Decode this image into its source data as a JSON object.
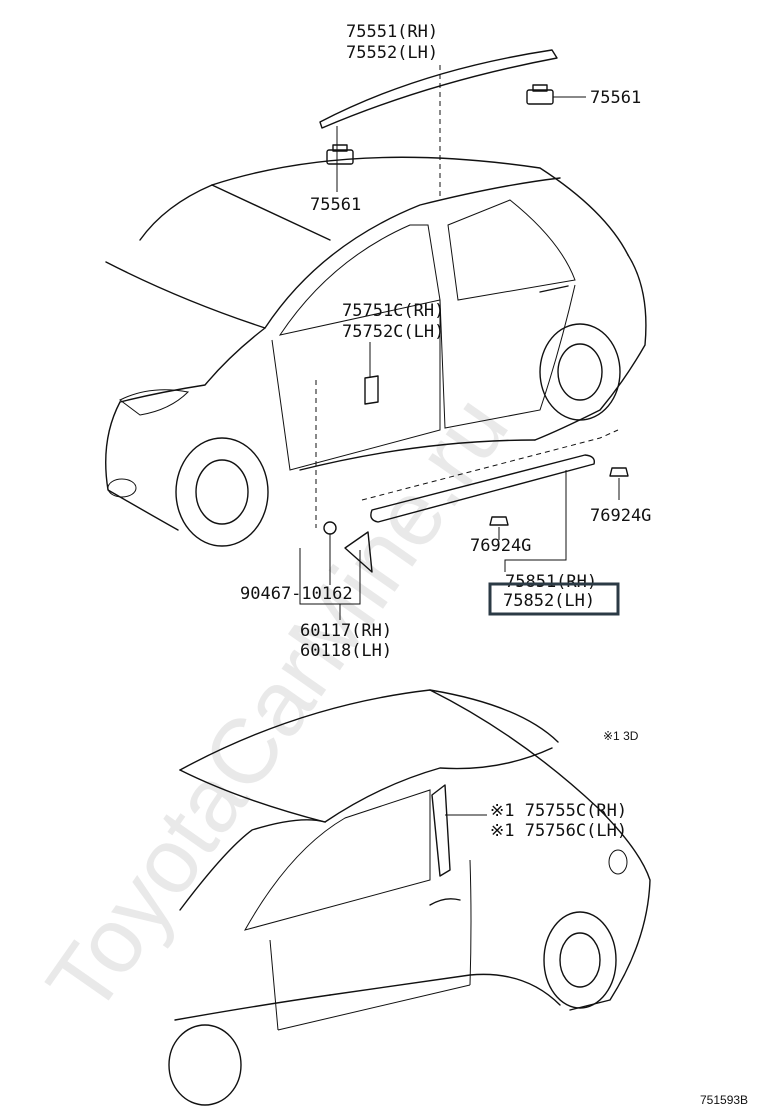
{
  "watermark": "ToyotaCarMine.ru",
  "note": "※1 3D",
  "figure_code": "751593B",
  "labels": {
    "roof_rh": "75551(RH)",
    "roof_lh": "75552(LH)",
    "clip_right": "75561",
    "clip_left": "75561",
    "door_mold_rh": "75751C(RH)",
    "door_mold_lh": "75752C(LH)",
    "nut_right": "76924G",
    "nut_left": "76924G",
    "rocker_rh": "75851(RH)",
    "rocker_lh": "75852(LH)",
    "screw": "90467-10162",
    "cover_rh": "60117(RH)",
    "cover_lh": "60118(LH)",
    "pillar_rh": "※1 75755C(RH)",
    "pillar_lh": "※1 75756C(LH)"
  }
}
